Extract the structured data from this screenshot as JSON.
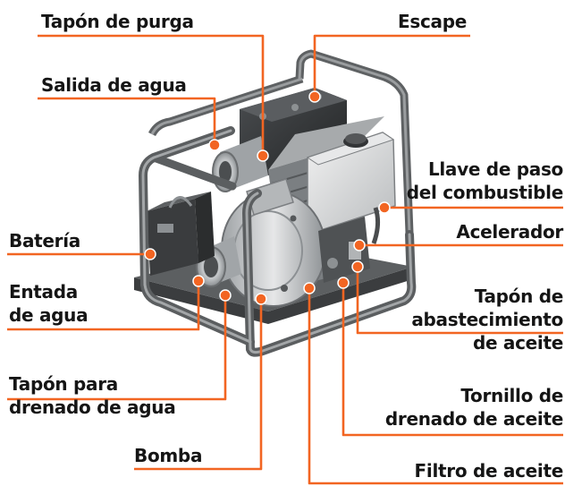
{
  "diagram": {
    "labels": {
      "tapon_purga": [
        "Tapón de purga"
      ],
      "escape": [
        "Escape"
      ],
      "salida_agua": [
        "Salida de agua"
      ],
      "llave_paso": [
        "Llave de paso",
        "del combustible"
      ],
      "bateria": [
        "Batería"
      ],
      "acelerador": [
        "Acelerador"
      ],
      "entrada_agua": [
        "Entada",
        "de agua"
      ],
      "tapon_abastecimiento": [
        "Tapón de",
        "abastecimiento",
        "de aceite"
      ],
      "tapon_drenado": [
        "Tapón para",
        "drenado de agua"
      ],
      "tornillo_drenado": [
        "Tornillo de",
        "drenado de aceite"
      ],
      "bomba": [
        "Bomba"
      ],
      "filtro_aceite": [
        "Filtro de aceite"
      ]
    },
    "colors": {
      "callout": "#f26522",
      "text": "#151515",
      "frame": "#6b6e70",
      "pump_body": "#c9cbcd",
      "engine_dark": "#3a3c3e"
    }
  }
}
